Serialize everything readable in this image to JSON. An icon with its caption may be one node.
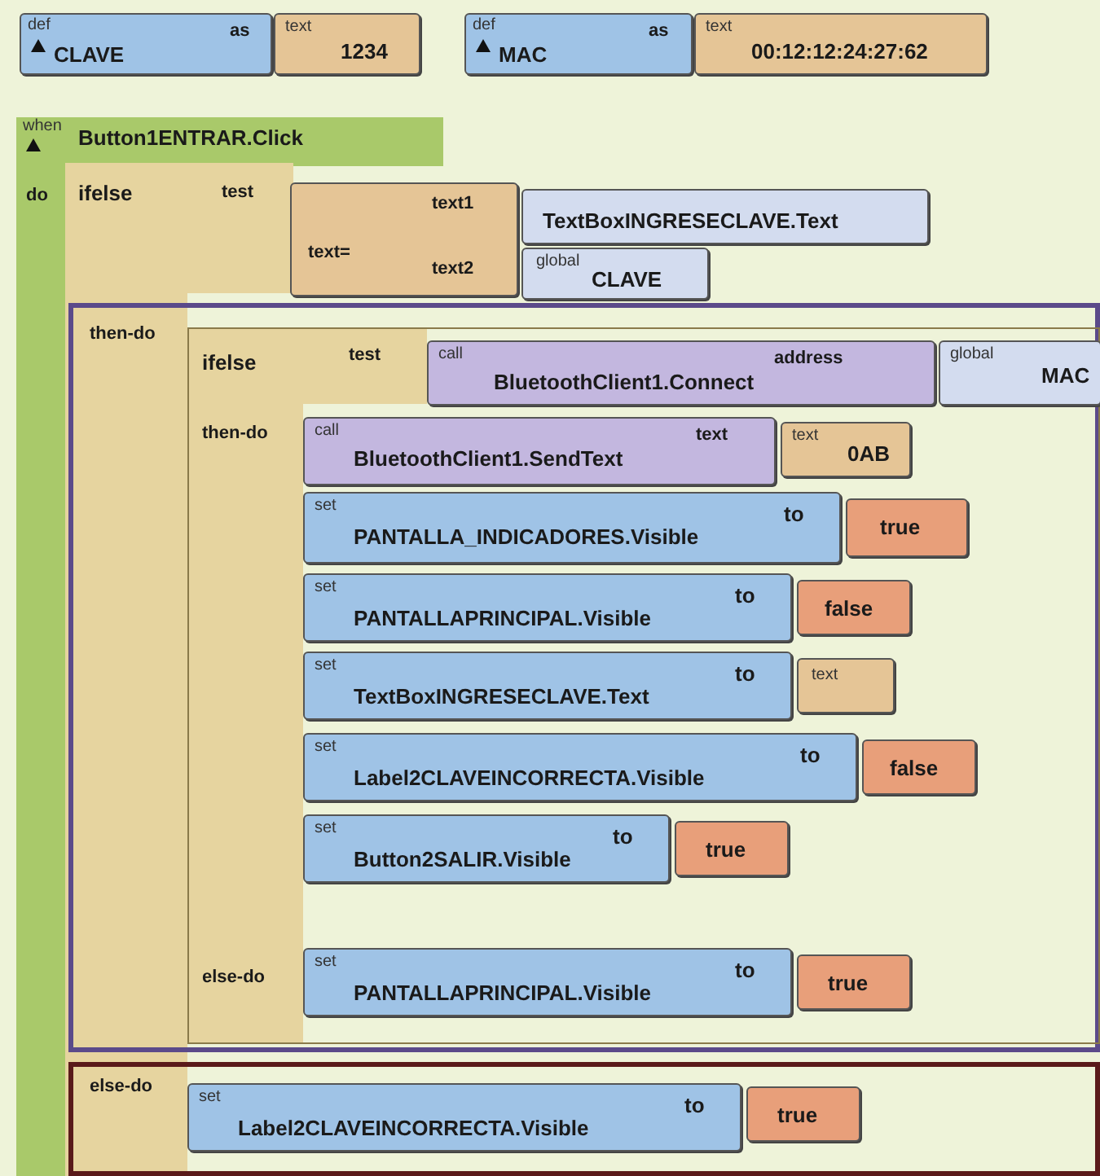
{
  "diagram": {
    "nodes": [
      {
        "text": [
          "def",
          "CLAVE",
          "as"
        ]
      },
      {
        "text": [
          "text",
          "1234"
        ]
      },
      {
        "text": [
          "def",
          "MAC",
          "as"
        ]
      },
      {
        "text": [
          "text",
          "00:12:12:24:27:62"
        ]
      },
      {
        "text": [
          "when",
          "Button1ENTRAR.Click",
          "do"
        ]
      },
      {
        "text": [
          "ifelse",
          "test"
        ],
        "in": 4
      },
      {
        "text": [
          "text1",
          "text=",
          "text2"
        ],
        "in": 5
      },
      {
        "text": [
          "TextBoxINGRESECLAVE.Text"
        ],
        "in": 5
      },
      {
        "text": [
          "global",
          "CLAVE"
        ],
        "in": 5
      },
      {
        "text": [
          "then-do"
        ],
        "in": 5
      },
      {
        "text": [
          "ifelse",
          "test",
          "then-do",
          "else-do"
        ],
        "in": 9
      },
      {
        "text": [
          "call",
          "BluetoothClient1.Connect",
          "address"
        ],
        "in": 10
      },
      {
        "text": [
          "global",
          "MAC"
        ],
        "in": 10
      },
      {
        "text": [
          "call",
          "BluetoothClient1.SendText",
          "text"
        ],
        "in": 10
      },
      {
        "text": [
          "text",
          "0AB"
        ],
        "in": 10
      },
      {
        "text": [
          "set",
          "PANTALLA_INDICADORES.Visible",
          "to"
        ],
        "in": 10
      },
      {
        "text": [
          "true"
        ],
        "in": 10
      },
      {
        "text": [
          "set",
          "PANTALLAPRINCIPAL.Visible",
          "to"
        ],
        "in": 10
      },
      {
        "text": [
          "false"
        ],
        "in": 10
      },
      {
        "text": [
          "set",
          "TextBoxINGRESECLAVE.Text",
          "to"
        ],
        "in": 10
      },
      {
        "text": [
          "text"
        ],
        "in": 10
      },
      {
        "text": [
          "set",
          "Label2CLAVEINCORRECTA.Visible",
          "to"
        ],
        "in": 10
      },
      {
        "text": [
          "false"
        ],
        "in": 10
      },
      {
        "text": [
          "set",
          "Button2SALIR.Visible",
          "to"
        ],
        "in": 10
      },
      {
        "text": [
          "true"
        ],
        "in": 10
      },
      {
        "text": [
          "set",
          "PANTALLAPRINCIPAL.Visible",
          "to"
        ],
        "in": 10
      },
      {
        "text": [
          "true"
        ],
        "in": 10
      },
      {
        "text": [
          "else-do"
        ],
        "in": 5
      },
      {
        "text": [
          "set",
          "Label2CLAVEINCORRECTA.Visible",
          "to"
        ],
        "in": 27
      },
      {
        "text": [
          "true"
        ],
        "in": 27
      }
    ]
  }
}
